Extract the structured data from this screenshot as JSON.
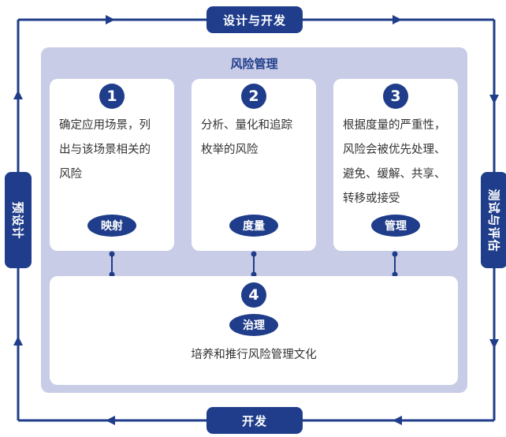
{
  "outer_loop": {
    "top_label": "设计与开发",
    "bottom_label": "开发",
    "left_label": "预设计",
    "right_label": "测试与评估"
  },
  "panel": {
    "title": "风险管理"
  },
  "steps": [
    {
      "number": "1",
      "lines": [
        "确定应用场景，列",
        "出与该场景相关的",
        "风险"
      ],
      "tag": "映射"
    },
    {
      "number": "2",
      "lines": [
        "分析、量化和追踪",
        "枚举的风险"
      ],
      "tag": "度量"
    },
    {
      "number": "3",
      "lines": [
        "根据度量的严重性，",
        "风险会被优先处理、",
        "避免、缓解、共享、",
        "转移或接受"
      ],
      "tag": "管理"
    }
  ],
  "govern": {
    "number": "4",
    "tag": "治理",
    "text": "培养和推行风险管理文化"
  },
  "colors": {
    "primary": "#1f3d8a",
    "panel_bg": "#c8cce6",
    "card_bg": "#ffffff"
  }
}
